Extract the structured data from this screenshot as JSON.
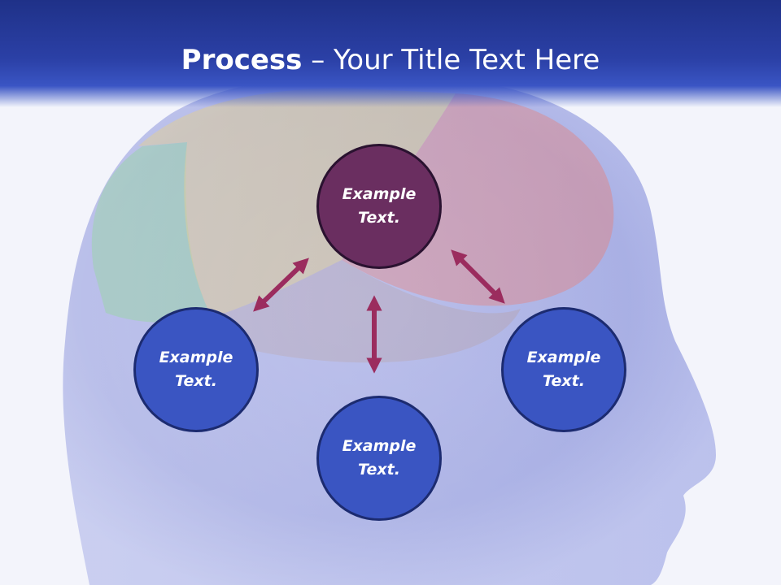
{
  "title": {
    "bold": "Process",
    "separator": " – ",
    "rest": "Your Title Text Here"
  },
  "nodes": {
    "center": "Example Text.",
    "left": "Example Text.",
    "bottom": "Example Text.",
    "right": "Example Text."
  },
  "colors": {
    "header": "#2b40a6",
    "center_node": "#6a2e60",
    "outer_node": "#3a55c2",
    "arrow": "#9b2c5e"
  }
}
